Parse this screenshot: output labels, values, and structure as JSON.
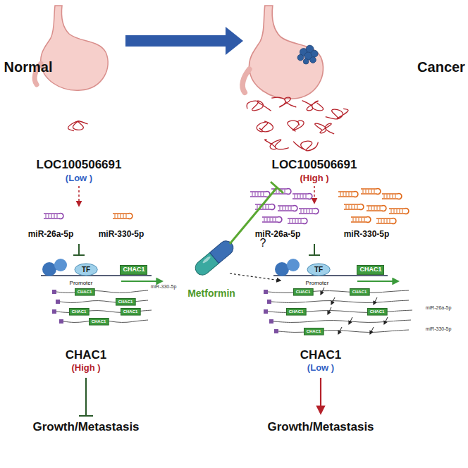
{
  "diagram": {
    "nodes": [
      {
        "text": [
          "TF"
        ]
      },
      {
        "text": [
          "CHAC1"
        ]
      },
      {
        "text": [
          "TF"
        ]
      },
      {
        "text": [
          "CHAC1"
        ]
      },
      {
        "text": [
          "CHAC1"
        ]
      },
      {
        "text": [
          "CHAC1"
        ]
      },
      {
        "text": [
          "CHAC1"
        ]
      },
      {
        "text": [
          "CHAC1"
        ]
      },
      {
        "text": [
          "CHAC1"
        ]
      },
      {
        "text": [
          "CHAC1"
        ]
      },
      {
        "text": [
          "CHAC1"
        ]
      },
      {
        "text": [
          "CHAC1"
        ]
      },
      {
        "text": [
          "CHAC1"
        ]
      },
      {
        "text": [
          "CHAC1"
        ]
      }
    ],
    "labels": [
      "Normal",
      "Cancer",
      "LOC100506691",
      "(Low )",
      "Metformin",
      "LOC100506691",
      "(High )",
      "miR-26a-5p",
      "miR-330-5p",
      "?",
      "miR-26a-5p",
      "miR-330-5p",
      "Promoter",
      "miR-330-5p",
      "Promoter",
      "miR-26a-5p",
      "miR-330-5p",
      "CHAC1",
      "(High )",
      "CHAC1",
      "(Low )",
      "Growth/Metastasis",
      "Growth/Metastasis"
    ]
  }
}
